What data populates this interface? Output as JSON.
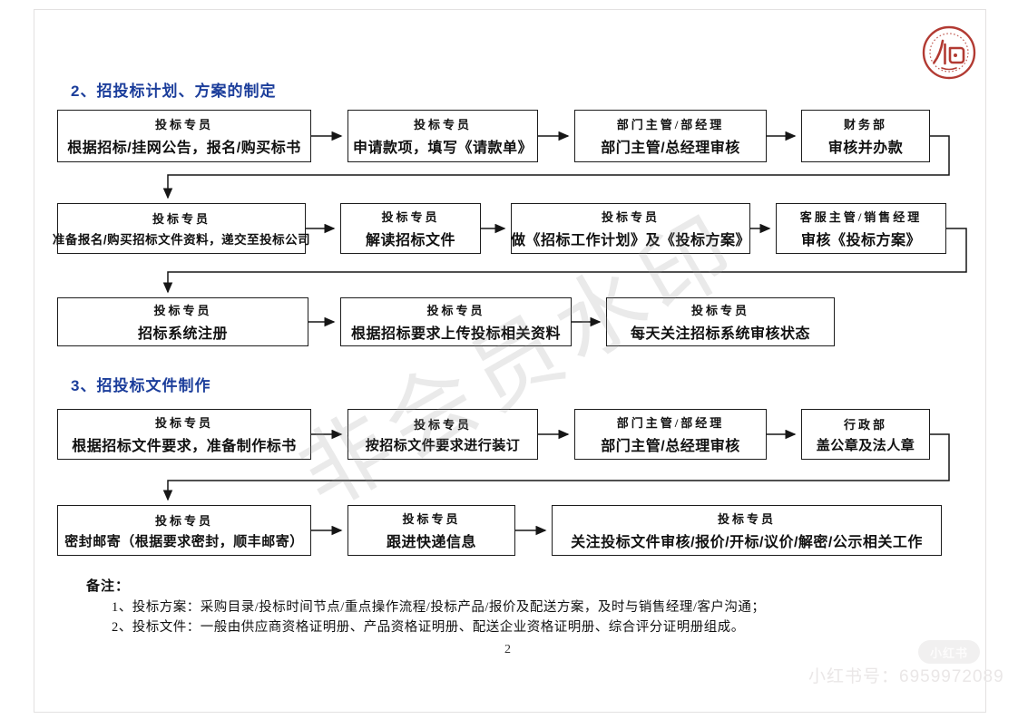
{
  "page": {
    "number": "2"
  },
  "watermark": {
    "diagonal": "非会员水印",
    "badge": "小红书",
    "account": "小红书号：6959972089"
  },
  "section2": {
    "title": "2、招投标计划、方案的制定",
    "row1": [
      {
        "role": "投标专员",
        "text": "根据招标/挂网公告，报名/购买标书"
      },
      {
        "role": "投标专员",
        "text": "申请款项，填写《请款单》"
      },
      {
        "role": "部门主管/部经理",
        "text": "部门主管/总经理审核"
      },
      {
        "role": "财务部",
        "text": "审核并办款"
      }
    ],
    "row2": [
      {
        "role": "投标专员",
        "text": "准备报名/购买招标文件资料，递交至投标公司"
      },
      {
        "role": "投标专员",
        "text": "解读招标文件"
      },
      {
        "role": "投标专员",
        "text": "做《招标工作计划》及《投标方案》"
      },
      {
        "role": "客服主管/销售经理",
        "text": "审核《投标方案》"
      }
    ],
    "row3": [
      {
        "role": "投标专员",
        "text": "招标系统注册"
      },
      {
        "role": "投标专员",
        "text": "根据招标要求上传投标相关资料"
      },
      {
        "role": "投标专员",
        "text": "每天关注招标系统审核状态"
      }
    ]
  },
  "section3": {
    "title": "3、招投标文件制作",
    "row1": [
      {
        "role": "投标专员",
        "text": "根据招标文件要求，准备制作标书"
      },
      {
        "role": "投标专员",
        "text": "按招标文件要求进行装订"
      },
      {
        "role": "部门主管/部经理",
        "text": "部门主管/总经理审核"
      },
      {
        "role": "行政部",
        "text": "盖公章及法人章"
      }
    ],
    "row2": [
      {
        "role": "投标专员",
        "text": "密封邮寄（根据要求密封，顺丰邮寄）"
      },
      {
        "role": "投标专员",
        "text": "跟进快递信息"
      },
      {
        "role": "投标专员",
        "text": "关注投标文件审核/报价/开标/议价/解密/公示相关工作"
      }
    ]
  },
  "notes": {
    "label": "备注：",
    "items": [
      "1、投标方案：采购目录/投标时间节点/重点操作流程/投标产品/报价及配送方案，及时与销售经理/客户沟通；",
      "2、投标文件：一般由供应商资格证明册、产品资格证明册、配送企业资格证明册、综合评分证明册组成。"
    ]
  },
  "colors": {
    "title_blue": "#1c3e9b",
    "seal_red": "#b23a32"
  }
}
